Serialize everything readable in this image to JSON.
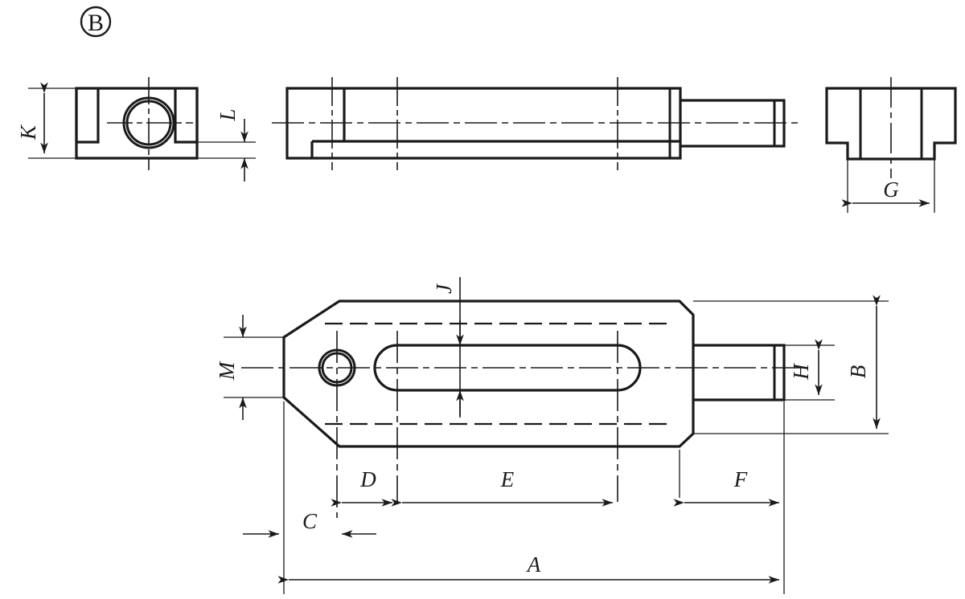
{
  "drawing": {
    "view_label": "B",
    "title_text": "",
    "line_color": "#1a1a1a",
    "background_color": "#ffffff",
    "dimension_labels": {
      "A": "A",
      "B": "B",
      "C": "C",
      "D": "D",
      "E": "E",
      "F": "F",
      "G": "G",
      "H": "H",
      "J": "J",
      "K": "K",
      "L": "L",
      "M": "M"
    },
    "views": [
      {
        "name": "left-end-view",
        "description": "T-slot nut end view with through hole",
        "dimensions_shown": [
          "K",
          "L"
        ]
      },
      {
        "name": "side-elevation-view",
        "description": "Side elevation of tenon clamp with threaded stud",
        "dimensions_shown": []
      },
      {
        "name": "right-end-view",
        "description": "Right end view showing T profile",
        "dimensions_shown": [
          "G"
        ]
      },
      {
        "name": "plan-view",
        "description": "Top plan view with chamfered nose, hole, elongated slot and stud",
        "dimensions_shown": [
          "A",
          "B",
          "C",
          "D",
          "E",
          "F",
          "H",
          "J",
          "M"
        ]
      }
    ]
  }
}
